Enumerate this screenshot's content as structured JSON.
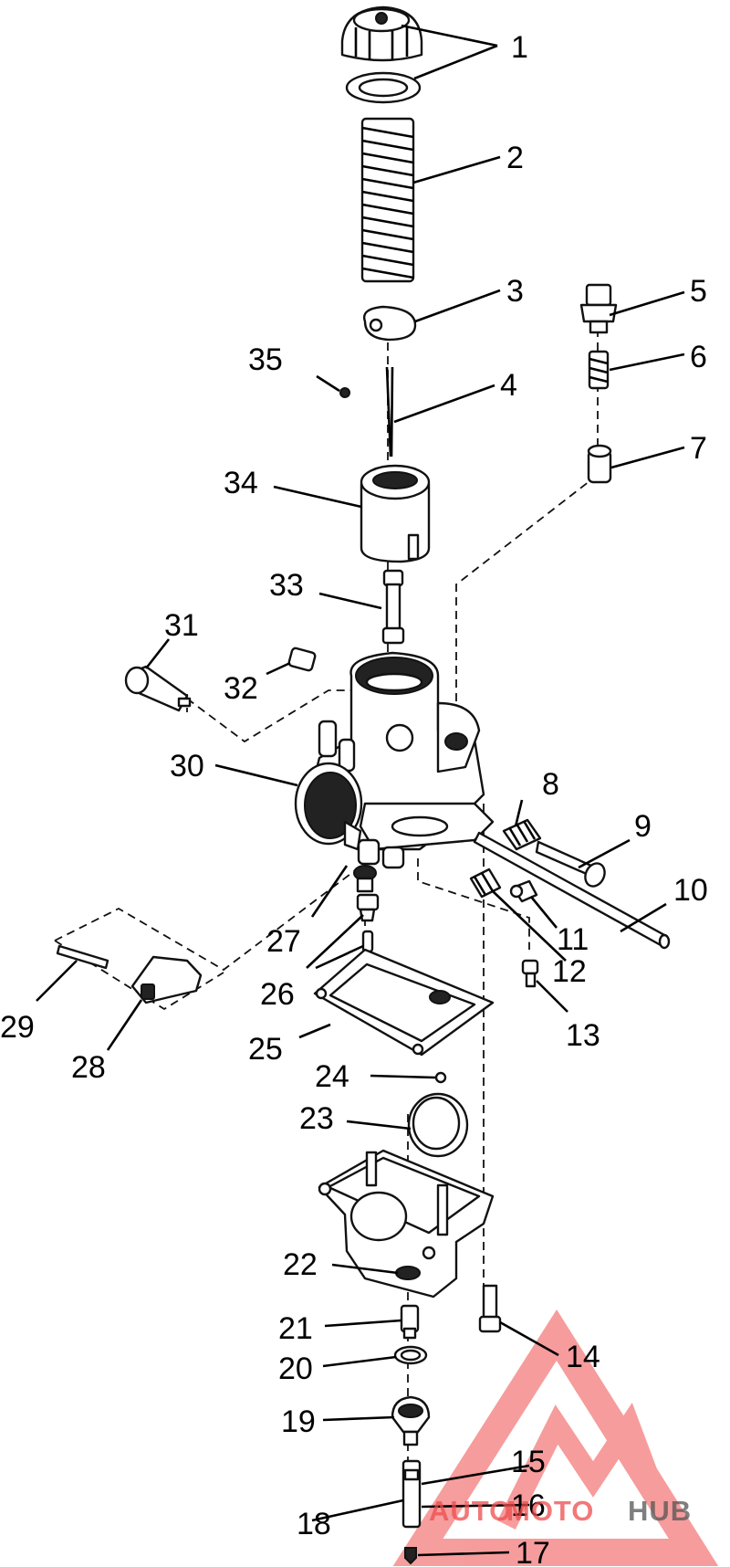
{
  "callouts": [
    {
      "id": "1",
      "text": "1"
    },
    {
      "id": "2",
      "text": "2"
    },
    {
      "id": "3",
      "text": "3"
    },
    {
      "id": "4",
      "text": "4"
    },
    {
      "id": "5",
      "text": "5"
    },
    {
      "id": "6",
      "text": "6"
    },
    {
      "id": "7",
      "text": "7"
    },
    {
      "id": "8",
      "text": "8"
    },
    {
      "id": "9",
      "text": "9"
    },
    {
      "id": "10",
      "text": "10"
    },
    {
      "id": "11",
      "text": "11"
    },
    {
      "id": "12",
      "text": "12"
    },
    {
      "id": "13",
      "text": "13"
    },
    {
      "id": "14",
      "text": "14"
    },
    {
      "id": "15",
      "text": "15"
    },
    {
      "id": "16",
      "text": "16"
    },
    {
      "id": "17",
      "text": "17"
    },
    {
      "id": "18",
      "text": "18"
    },
    {
      "id": "19",
      "text": "19"
    },
    {
      "id": "20",
      "text": "20"
    },
    {
      "id": "21",
      "text": "21"
    },
    {
      "id": "22",
      "text": "22"
    },
    {
      "id": "23",
      "text": "23"
    },
    {
      "id": "24",
      "text": "24"
    },
    {
      "id": "25",
      "text": "25"
    },
    {
      "id": "26",
      "text": "26"
    },
    {
      "id": "27",
      "text": "27"
    },
    {
      "id": "28",
      "text": "28"
    },
    {
      "id": "29",
      "text": "29"
    },
    {
      "id": "30",
      "text": "30"
    },
    {
      "id": "31",
      "text": "31"
    },
    {
      "id": "32",
      "text": "32"
    },
    {
      "id": "33",
      "text": "33"
    },
    {
      "id": "34",
      "text": "34"
    },
    {
      "id": "35",
      "text": "35"
    }
  ],
  "watermark": {
    "text_left": "AUTO",
    "text_mid": "MOTO",
    "text_right": "HUB",
    "color_primary": "#ef4c4c",
    "color_secondary": "#555555"
  }
}
